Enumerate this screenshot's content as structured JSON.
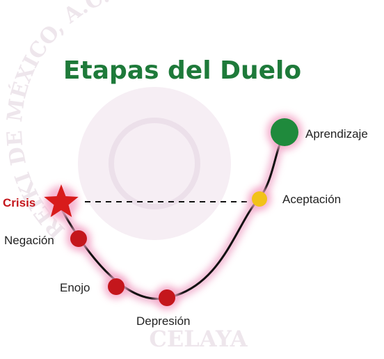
{
  "title": "Etapas del Duelo",
  "watermark": {
    "arc_text": "REIKI DE MÉXICO, A.C.",
    "bottom_text": "CELAYA"
  },
  "stages": {
    "crisis": "Crisis",
    "negacion": "Negación",
    "enojo": "Enojo",
    "depresion": "Depresión",
    "aceptacion": "Aceptación",
    "aprendizaje": "Aprendizaje"
  },
  "colors": {
    "title": "#1e7a3a",
    "crisis": "#c4161c",
    "stage_marker": "#c4161c",
    "acceptance_marker": "#f2c218",
    "learning_marker": "#1f8a3c",
    "curve": "#111111",
    "glow": "#f2b3d0"
  },
  "icons": {
    "crisis": "star-icon",
    "stages": "circle-marker",
    "arrow": "arrow-head"
  }
}
